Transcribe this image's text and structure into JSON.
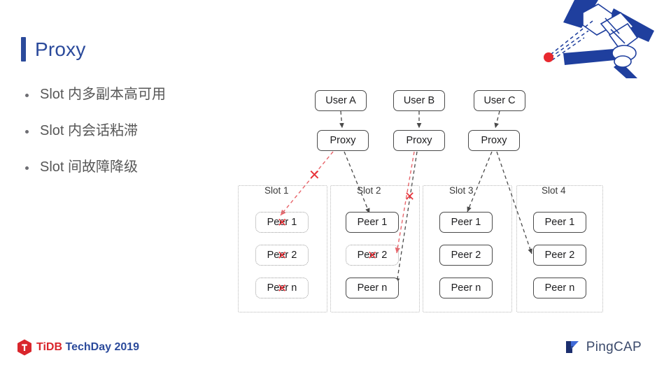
{
  "slide": {
    "title": "Proxy",
    "accent_color": "#2B4A9B",
    "bullets": [
      "Slot 内多副本高可用",
      "Slot 内会话粘滞",
      "Slot 间故障降级"
    ]
  },
  "diagram": {
    "users": [
      {
        "id": "user-a",
        "label": "User A"
      },
      {
        "id": "user-b",
        "label": "User B"
      },
      {
        "id": "user-c",
        "label": "User C"
      }
    ],
    "proxies": [
      {
        "id": "proxy-1",
        "label": "Proxy"
      },
      {
        "id": "proxy-2",
        "label": "Proxy"
      },
      {
        "id": "proxy-3",
        "label": "Proxy"
      }
    ],
    "slots": [
      {
        "id": "slot-1",
        "label": "Slot 1",
        "peers": [
          {
            "label": "Peer 1",
            "state": "failed"
          },
          {
            "label": "Peer 2",
            "state": "failed"
          },
          {
            "label": "Peer n",
            "state": "failed"
          }
        ]
      },
      {
        "id": "slot-2",
        "label": "Slot 2",
        "peers": [
          {
            "label": "Peer 1",
            "state": "healthy"
          },
          {
            "label": "Peer 2",
            "state": "failed"
          },
          {
            "label": "Peer n",
            "state": "healthy"
          }
        ]
      },
      {
        "id": "slot-3",
        "label": "Slot 3",
        "peers": [
          {
            "label": "Peer 1",
            "state": "healthy"
          },
          {
            "label": "Peer 2",
            "state": "healthy"
          },
          {
            "label": "Peer n",
            "state": "healthy"
          }
        ]
      },
      {
        "id": "slot-4",
        "label": "Slot 4",
        "peers": [
          {
            "label": "Peer 1",
            "state": "healthy"
          },
          {
            "label": "Peer 2",
            "state": "healthy"
          },
          {
            "label": "Peer n",
            "state": "healthy"
          }
        ]
      }
    ],
    "edges": [
      {
        "from": "user-a",
        "to": "proxy-1",
        "style": "dashed-black"
      },
      {
        "from": "user-b",
        "to": "proxy-2",
        "style": "dashed-black"
      },
      {
        "from": "user-c",
        "to": "proxy-3",
        "style": "dashed-black"
      },
      {
        "from": "proxy-1",
        "to": "slot-1.peer-1",
        "style": "dashed-red",
        "broken": true
      },
      {
        "from": "proxy-1",
        "to": "slot-2.peer-1",
        "style": "dashed-black"
      },
      {
        "from": "proxy-2",
        "to": "slot-2.peer-2",
        "style": "dashed-red",
        "broken": true
      },
      {
        "from": "proxy-2",
        "to": "slot-2.peer-n",
        "style": "dashed-black"
      },
      {
        "from": "proxy-3",
        "to": "slot-3.peer-1",
        "style": "dashed-black"
      },
      {
        "from": "proxy-3",
        "to": "slot-4.peer-2",
        "style": "dashed-black"
      }
    ],
    "failure_marker": "✕",
    "colors": {
      "edge_black": "#4a4a4a",
      "edge_red": "#e8656b",
      "failure_red": "#e8333a",
      "slot_border": "#b9b9b9"
    }
  },
  "decoration": {
    "satellite": {
      "panel_color": "#1F3F9E",
      "body_color": "#ffffff",
      "signal_dot_color": "#E8292F"
    }
  },
  "footer": {
    "tidb": {
      "brand": "TiDB",
      "event": "TechDay 2019",
      "brand_color": "#D9262C",
      "event_color": "#2B4A9B"
    },
    "pingcap": {
      "name": "PingCAP",
      "mark_color": "#3F6AD8"
    }
  }
}
